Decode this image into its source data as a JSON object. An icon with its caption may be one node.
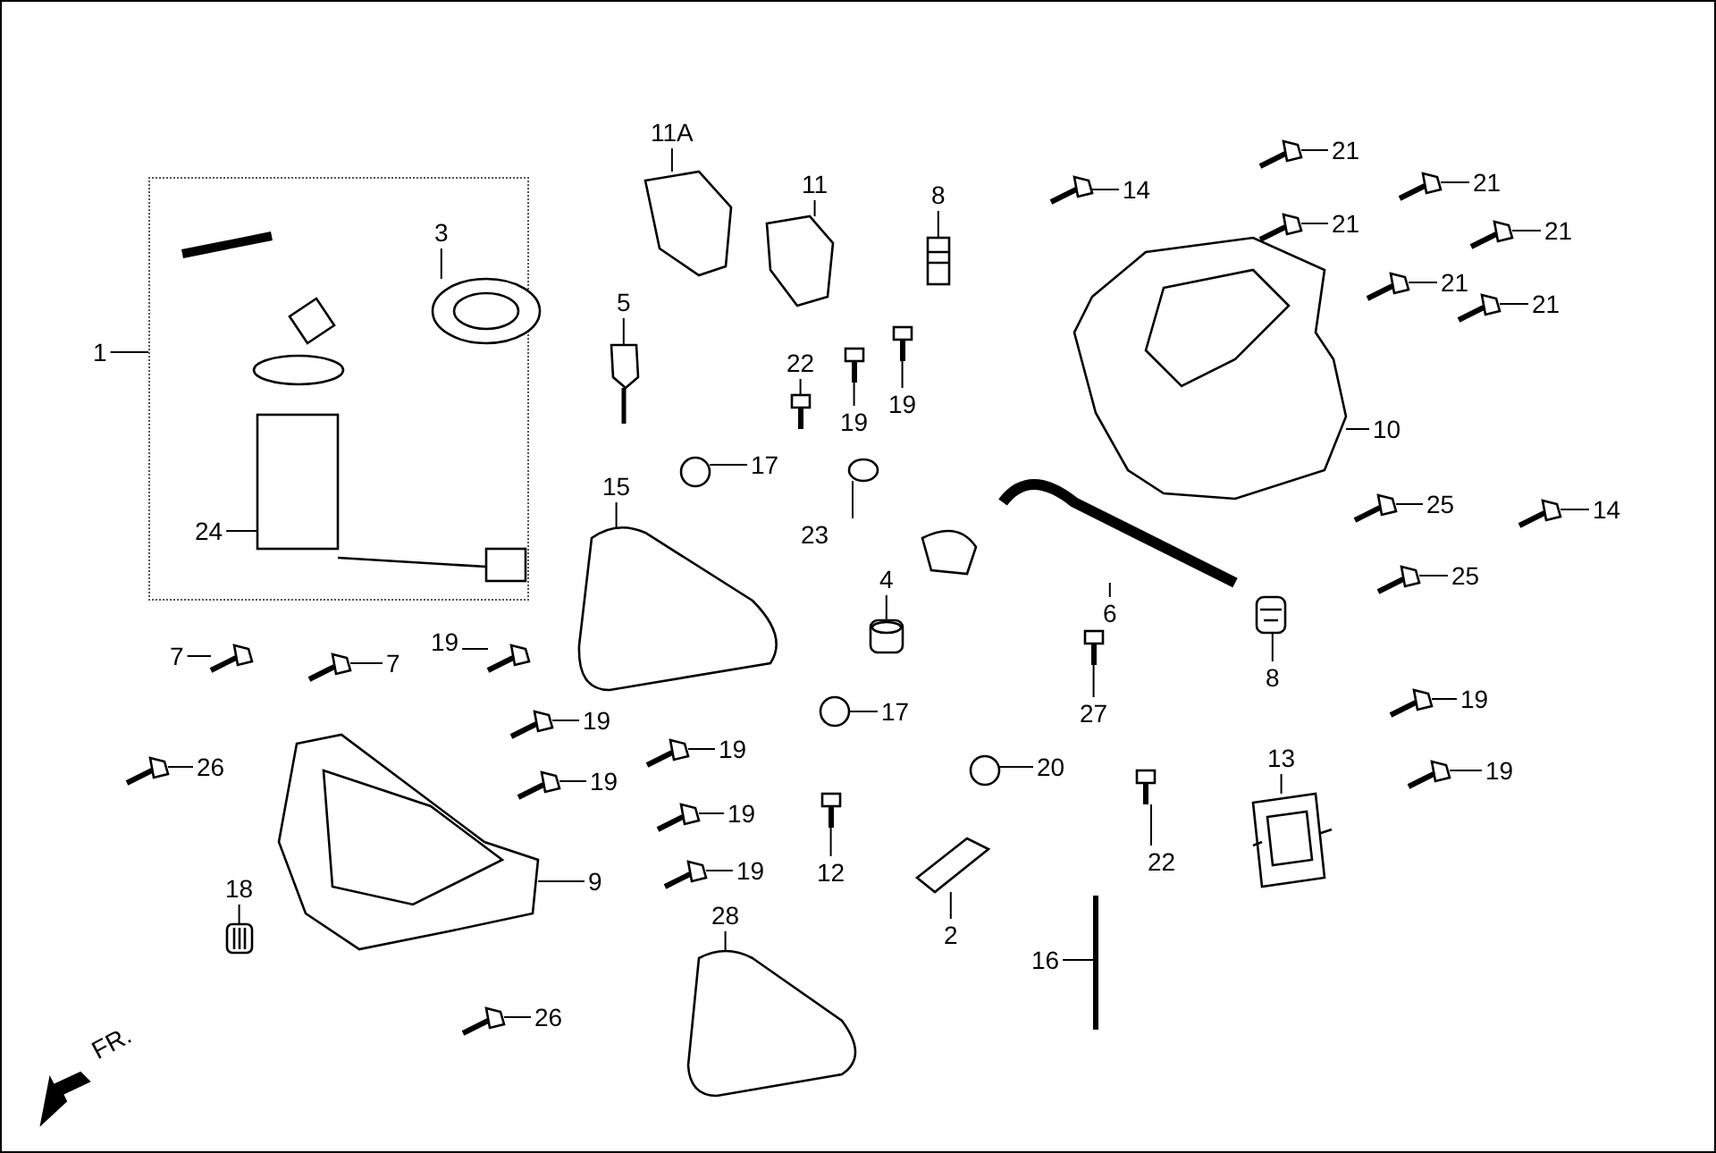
{
  "diagram": {
    "nodes": [
      {
        "text": [],
        "shape": "box"
      },
      {
        "text": [
          "11A"
        ]
      },
      {
        "text": [
          "21"
        ]
      },
      {
        "text": [
          "21"
        ]
      },
      {
        "text": [
          "11"
        ]
      },
      {
        "text": [
          "14"
        ]
      },
      {
        "text": [
          "8"
        ]
      },
      {
        "text": [
          "21"
        ]
      },
      {
        "text": [
          "3"
        ],
        "in": 0
      },
      {
        "text": [
          "21"
        ]
      },
      {
        "text": [
          "21"
        ]
      },
      {
        "text": [
          "5"
        ]
      },
      {
        "text": [
          "21"
        ]
      },
      {
        "text": [
          "1"
        ]
      },
      {
        "text": [
          "22"
        ]
      },
      {
        "text": [
          "19"
        ]
      },
      {
        "text": [
          "19"
        ]
      },
      {
        "text": [
          "10"
        ]
      },
      {
        "text": [
          "17"
        ]
      },
      {
        "text": [
          "15"
        ]
      },
      {
        "text": [
          "25"
        ]
      },
      {
        "text": [
          "14"
        ]
      },
      {
        "text": [
          "24"
        ],
        "in": 0
      },
      {
        "text": [
          "23"
        ]
      },
      {
        "text": [
          "6"
        ]
      },
      {
        "text": [
          "25"
        ]
      },
      {
        "text": [
          "4"
        ]
      },
      {
        "text": [
          "19"
        ]
      },
      {
        "text": [
          "7"
        ]
      },
      {
        "text": [
          "7"
        ]
      },
      {
        "text": [
          "8"
        ]
      },
      {
        "text": [
          "19"
        ]
      },
      {
        "text": [
          "17"
        ]
      },
      {
        "text": [
          "27"
        ]
      },
      {
        "text": [
          "19"
        ]
      },
      {
        "text": [
          "19"
        ]
      },
      {
        "text": [
          "13"
        ]
      },
      {
        "text": [
          "26"
        ]
      },
      {
        "text": [
          "20"
        ]
      },
      {
        "text": [
          "19"
        ]
      },
      {
        "text": [
          "19"
        ]
      },
      {
        "text": [
          "19"
        ]
      },
      {
        "text": [
          "22"
        ]
      },
      {
        "text": [
          "19"
        ]
      },
      {
        "text": [
          "12"
        ]
      },
      {
        "text": [
          "9"
        ]
      },
      {
        "text": [
          "18"
        ]
      },
      {
        "text": [
          "28"
        ]
      },
      {
        "text": [
          "2"
        ]
      },
      {
        "text": [
          "16"
        ]
      },
      {
        "text": [
          "26"
        ]
      },
      {
        "text": [],
        "shape": "picture"
      },
      {
        "text": [],
        "shape": "picture"
      },
      {
        "text": [],
        "shape": "picture"
      },
      {
        "text": [],
        "shape": "picture"
      },
      {
        "text": [],
        "shape": "picture"
      },
      {
        "text": [],
        "shape": "picture"
      },
      {
        "text": [],
        "shape": "picture"
      },
      {
        "text": [],
        "shape": "picture",
        "in": 0
      },
      {
        "text": [],
        "shape": "picture"
      },
      {
        "text": [],
        "shape": "picture"
      },
      {
        "text": [],
        "shape": "picture"
      },
      {
        "text": [],
        "shape": "picture"
      },
      {
        "text": [],
        "shape": "picture"
      },
      {
        "text": [],
        "shape": "picture"
      },
      {
        "text": [],
        "shape": "picture"
      },
      {
        "text": [],
        "shape": "picture"
      },
      {
        "text": [],
        "shape": "picture"
      },
      {
        "text": [],
        "shape": "picture"
      },
      {
        "text": [],
        "shape": "picture"
      },
      {
        "text": [],
        "shape": "picture"
      },
      {
        "text": [],
        "shape": "picture",
        "in": 0
      },
      {
        "text": [],
        "shape": "picture"
      },
      {
        "text": [],
        "shape": "picture"
      },
      {
        "text": [],
        "shape": "picture"
      },
      {
        "text": [],
        "shape": "picture"
      },
      {
        "text": [],
        "shape": "picture"
      },
      {
        "text": [],
        "shape": "picture"
      },
      {
        "text": [],
        "shape": "picture"
      },
      {
        "text": [],
        "shape": "picture"
      },
      {
        "text": [],
        "shape": "picture"
      },
      {
        "text": [],
        "shape": "picture"
      },
      {
        "text": [],
        "shape": "picture"
      },
      {
        "text": [],
        "shape": "picture"
      },
      {
        "text": [],
        "shape": "picture"
      },
      {
        "text": [],
        "shape": "picture"
      },
      {
        "text": [],
        "shape": "picture"
      },
      {
        "text": [],
        "shape": "picture"
      },
      {
        "text": [],
        "shape": "picture"
      },
      {
        "text": [],
        "shape": "picture"
      },
      {
        "text": [],
        "shape": "picture"
      },
      {
        "text": [],
        "shape": "picture"
      },
      {
        "text": [],
        "shape": "picture"
      },
      {
        "text": [],
        "shape": "picture"
      },
      {
        "text": [],
        "shape": "picture"
      },
      {
        "text": [],
        "shape": "picture"
      },
      {
        "text": [],
        "shape": "picture"
      },
      {
        "text": [],
        "shape": "picture"
      },
      {
        "text": [],
        "shape": "picture"
      },
      {
        "text": [],
        "shape": "picture"
      }
    ],
    "edges": [
      {
        "from": 1,
        "to": 51,
        "arrow": "none"
      },
      {
        "from": 2,
        "to": 52,
        "arrow": "none"
      },
      {
        "from": 3,
        "to": 53,
        "arrow": "none"
      },
      {
        "from": 4,
        "to": 54,
        "arrow": "none"
      },
      {
        "from": 5,
        "to": 55,
        "arrow": "none"
      },
      {
        "from": 6,
        "to": 56,
        "arrow": "none"
      },
      {
        "from": 7,
        "to": 57,
        "arrow": "none"
      },
      {
        "from": 8,
        "to": 58,
        "arrow": "none"
      },
      {
        "from": 9,
        "to": 59,
        "arrow": "none"
      },
      {
        "from": 10,
        "to": 60,
        "arrow": "none"
      },
      {
        "from": 11,
        "to": 61,
        "arrow": "none"
      },
      {
        "from": 12,
        "to": 62,
        "arrow": "none"
      },
      {
        "from": 13,
        "to": 0,
        "arrow": "none"
      },
      {
        "from": 14,
        "to": 63,
        "arrow": "none"
      },
      {
        "from": 15,
        "to": 64,
        "arrow": "none"
      },
      {
        "from": 16,
        "to": 65,
        "arrow": "none"
      },
      {
        "from": 17,
        "to": 66,
        "arrow": "none"
      },
      {
        "from": 18,
        "to": 67,
        "arrow": "none"
      },
      {
        "from": 19,
        "to": 68,
        "arrow": "none"
      },
      {
        "from": 20,
        "to": 69,
        "arrow": "none"
      },
      {
        "from": 21,
        "to": 70,
        "arrow": "none"
      },
      {
        "from": 22,
        "to": 71,
        "arrow": "none"
      },
      {
        "from": 23,
        "to": 72,
        "arrow": "none"
      },
      {
        "from": 24,
        "to": 73,
        "arrow": "none"
      },
      {
        "from": 25,
        "to": 74,
        "arrow": "none"
      },
      {
        "from": 26,
        "to": 75,
        "arrow": "none"
      },
      {
        "from": 27,
        "to": 76,
        "arrow": "none"
      },
      {
        "from": 28,
        "to": 77,
        "arrow": "none"
      },
      {
        "from": 29,
        "to": 78,
        "arrow": "none"
      },
      {
        "from": 30,
        "to": 79,
        "arrow": "none"
      },
      {
        "from": 31,
        "to": 80,
        "arrow": "none"
      },
      {
        "from": 32,
        "to": 81,
        "arrow": "none"
      },
      {
        "from": 33,
        "to": 82,
        "arrow": "none"
      },
      {
        "from": 34,
        "to": 83,
        "arrow": "none"
      },
      {
        "from": 35,
        "to": 84,
        "arrow": "none"
      },
      {
        "from": 36,
        "to": 85,
        "arrow": "none"
      },
      {
        "from": 37,
        "to": 86,
        "arrow": "none"
      },
      {
        "from": 38,
        "to": 87,
        "arrow": "none"
      },
      {
        "from": 39,
        "to": 88,
        "arrow": "none"
      },
      {
        "from": 40,
        "to": 89,
        "arrow": "none"
      },
      {
        "from": 41,
        "to": 90,
        "arrow": "none"
      },
      {
        "from": 42,
        "to": 91,
        "arrow": "none"
      },
      {
        "from": 43,
        "to": 92,
        "arrow": "none"
      },
      {
        "from": 44,
        "to": 93,
        "arrow": "none"
      },
      {
        "from": 45,
        "to": 94,
        "arrow": "none"
      },
      {
        "from": 46,
        "to": 95,
        "arrow": "none"
      },
      {
        "from": 47,
        "to": 96,
        "arrow": "none"
      },
      {
        "from": 48,
        "to": 97,
        "arrow": "none"
      },
      {
        "from": 49,
        "to": 98,
        "arrow": "none"
      },
      {
        "from": 50,
        "to": 99,
        "arrow": "none"
      }
    ],
    "labels": [
      "FR."
    ]
  }
}
